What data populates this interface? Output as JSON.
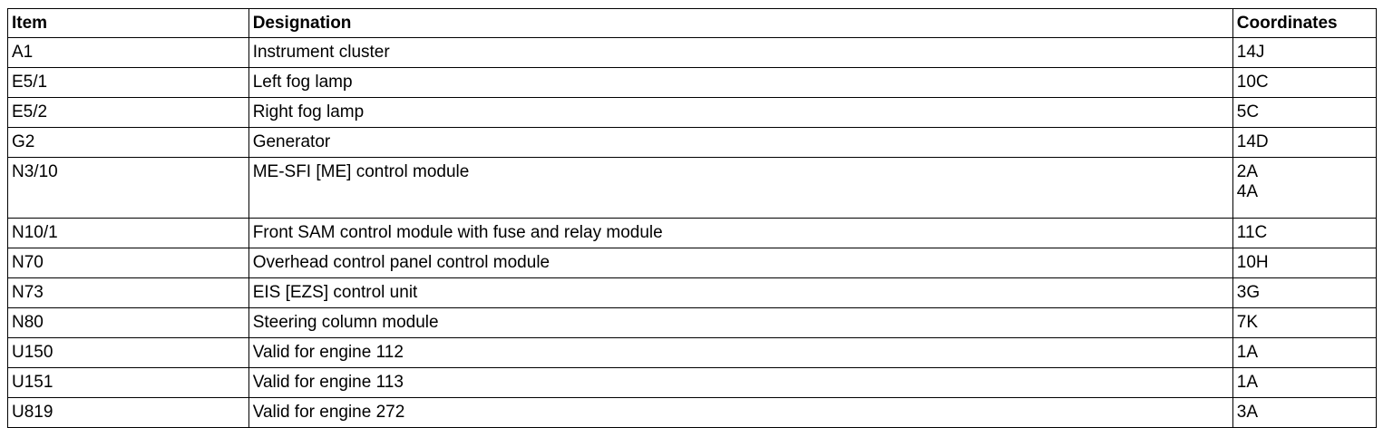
{
  "table": {
    "headers": {
      "item": "Item",
      "designation": "Designation",
      "coordinates": "Coordinates"
    },
    "rows": [
      {
        "item": "A1",
        "designation": "Instrument cluster",
        "coordinates": [
          "14J"
        ]
      },
      {
        "item": "E5/1",
        "designation": "Left fog lamp",
        "coordinates": [
          "10C"
        ]
      },
      {
        "item": "E5/2",
        "designation": "Right fog lamp",
        "coordinates": [
          "5C"
        ]
      },
      {
        "item": "G2",
        "designation": "Generator",
        "coordinates": [
          "14D"
        ]
      },
      {
        "item": "N3/10",
        "designation": "ME-SFI [ME] control module",
        "coordinates": [
          "2A",
          "4A"
        ]
      },
      {
        "item": "N10/1",
        "designation": "Front SAM control module with fuse and relay module",
        "coordinates": [
          "11C"
        ]
      },
      {
        "item": "N70",
        "designation": "Overhead control panel control module",
        "coordinates": [
          "10H"
        ]
      },
      {
        "item": "N73",
        "designation": "EIS [EZS] control unit",
        "coordinates": [
          "3G"
        ]
      },
      {
        "item": "N80",
        "designation": "Steering column module",
        "coordinates": [
          "7K"
        ]
      },
      {
        "item": "U150",
        "designation": "Valid for engine 112",
        "coordinates": [
          "1A"
        ]
      },
      {
        "item": "U151",
        "designation": "Valid for engine 113",
        "coordinates": [
          "1A"
        ]
      },
      {
        "item": "U819",
        "designation": "Valid for engine 272",
        "coordinates": [
          "3A"
        ]
      }
    ]
  }
}
